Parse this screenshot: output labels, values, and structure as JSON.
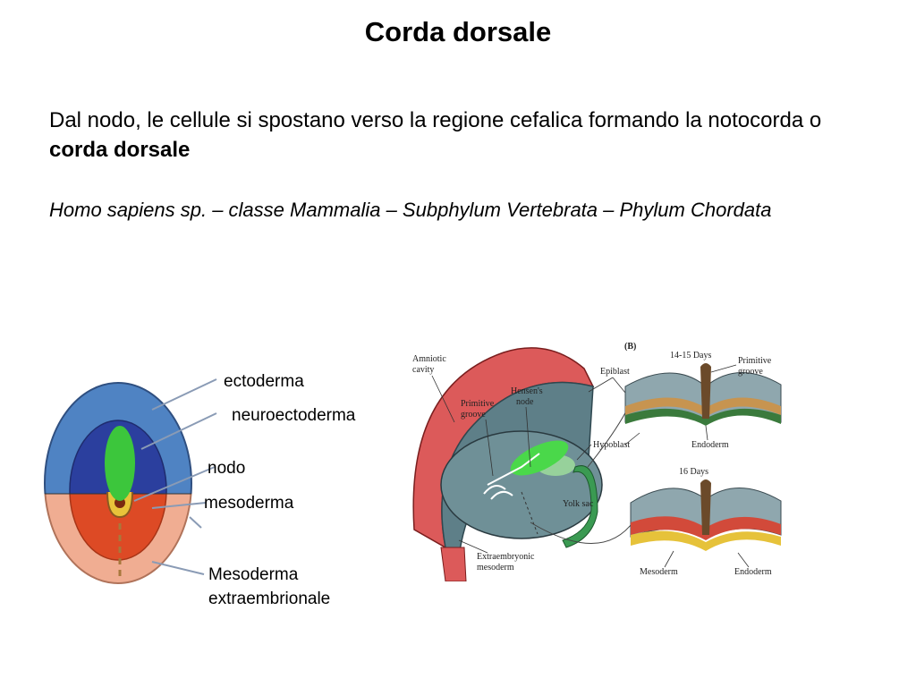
{
  "slide": {
    "title": "Corda dorsale",
    "paragraph_text": "Dal nodo, le cellule si spostano verso la regione cefalica formando la notocorda o ",
    "paragraph_bold": "corda dorsale",
    "taxonomy": "Homo sapiens sp. – classe Mammalia – Subphylum Vertebrata – Phylum Chordata"
  },
  "left_figure": {
    "labels": {
      "ectoderma": "ectoderma",
      "neuroectoderma": "neuroectoderma",
      "nodo": "nodo",
      "mesoderma": "mesoderma",
      "extra_line1": "Mesoderma",
      "extra_line2": "extraembrionale"
    },
    "colors": {
      "ectoderm": "#4f83c3",
      "neuroectoderm": "#2b3f9e",
      "mesoderm_extra": "#f0ad92",
      "mesoderm": "#dd4a25",
      "notochord": "#3cc63c",
      "node": "#e8c33a"
    }
  },
  "right_figure": {
    "labels": {
      "panel": "(B)",
      "amniotic": "Amniotic",
      "cavity": "cavity",
      "primitive": "Primitive",
      "groove": "groove",
      "hensens": "Hensen's",
      "node": "node",
      "epiblast": "Epiblast",
      "hypoblast": "Hypoblast",
      "yolk_sac": "Yolk sac",
      "extra1": "Extraembryonic",
      "extra2": "mesoderm",
      "days_1415": "14-15 Days",
      "prim1": "Primitive",
      "prim2": "groove",
      "endoderm_a": "Endoderm",
      "days_16": "16 Days",
      "mesoderm": "Mesoderm",
      "endoderm_b": "Endoderm"
    }
  }
}
